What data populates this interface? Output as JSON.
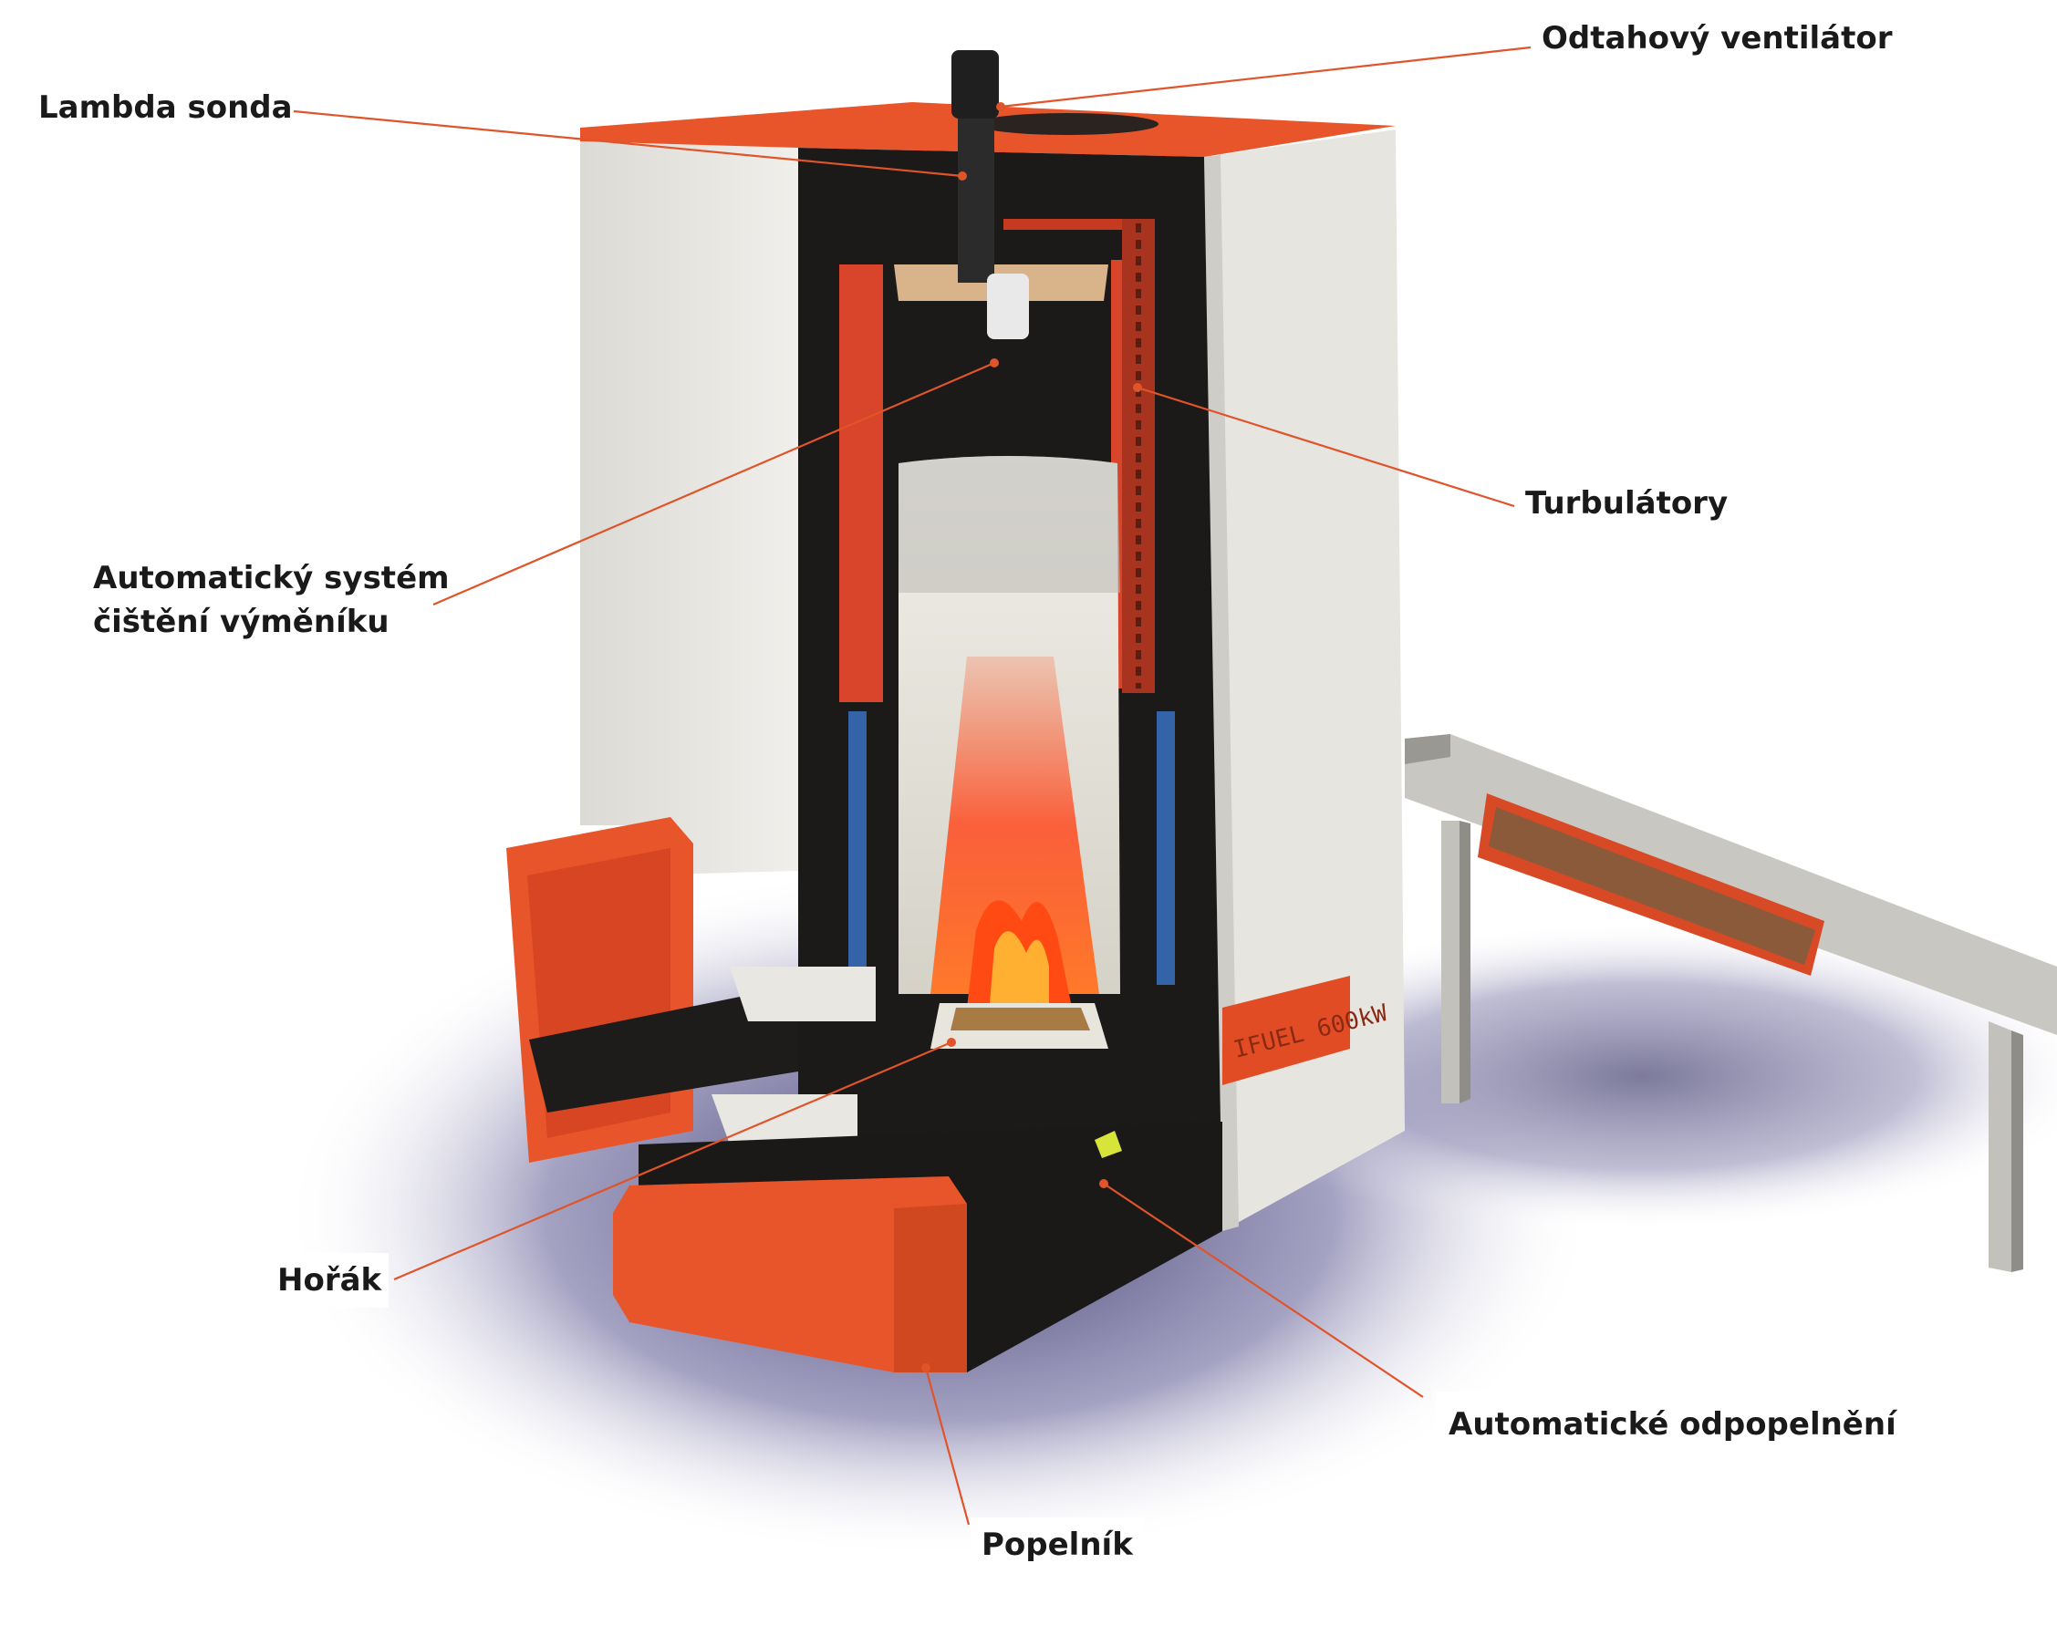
{
  "labels": {
    "exhaust_fan": "Odtahový ventilátor",
    "lambda_probe": "Lambda sonda",
    "turbulators": "Turbulátory",
    "auto_cleaning": "Automatický systém čištění výměníku",
    "burner": "Hořák",
    "auto_ash_removal": "Automatické odpopelnění",
    "ash_box": "Popelník"
  },
  "nameplate": "IFUEL 600kW",
  "colors": {
    "accent": "#e8552a",
    "leader": "#e0542a",
    "panel": "#e5e3de",
    "interior": "#1b1a18",
    "flame": "#ff5a1f",
    "insulation_blue": "#3563a8",
    "ground_shadow": "#4e4a78"
  }
}
